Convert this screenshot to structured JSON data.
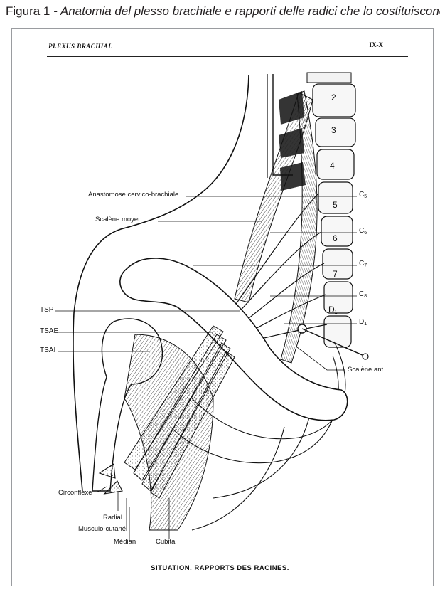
{
  "caption": {
    "lead": "Figura 1",
    "description": " - Anatomia del plesso brachiale e rapporti delle radici che lo costituiscono"
  },
  "plate": {
    "header": "PLEXUS BRACHIAL",
    "number": "IX-X",
    "title": "SITUATION. RAPPORTS DES RACINES."
  },
  "labels": {
    "anastomose": "Anastomose cervico-brachiale",
    "scalene_moyen": "Scalène moyen",
    "tsp": "TSP",
    "tsae": "TSAE",
    "tsai": "TSAI",
    "circonflexe": "Circonflexe",
    "radial": "Radial",
    "musculo_cutane": "Musculo-cutané",
    "median": "Médian",
    "cubital": "Cubital",
    "scalene_ant": "Scalène ant.",
    "c5_letter": "C",
    "c5_sub": "5",
    "c6_letter": "C",
    "c6_sub": "6",
    "c7_letter": "C",
    "c7_sub": "7",
    "c8_letter": "C",
    "c8_sub": "8",
    "d1_letter": "D",
    "d1_sub": "1"
  },
  "vertebrae": {
    "v2": "2",
    "v3": "3",
    "v4": "4",
    "v5": "5",
    "v6": "6",
    "v7": "7",
    "d1_letter": "D",
    "d1_sub": "1"
  }
}
